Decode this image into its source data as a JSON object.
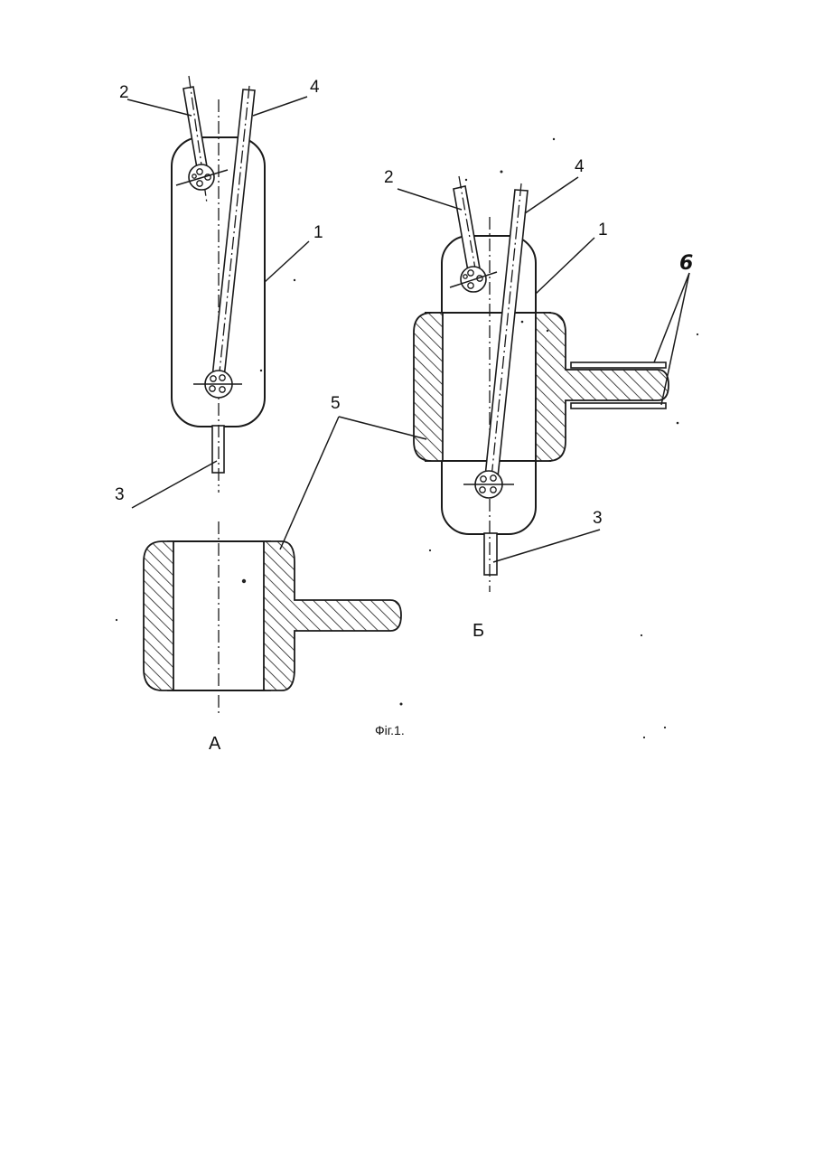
{
  "labels": {
    "a_tube2": "2",
    "a_tube4": "4",
    "a_body": "1",
    "a_outlet": "3",
    "magnet": "5",
    "b_tube2": "2",
    "b_tube4": "4",
    "b_body": "1",
    "b_plates": "6",
    "b_outlet": "3"
  },
  "captions": {
    "view_a": "А",
    "view_b": "Б",
    "figure": "Фіг.1."
  }
}
